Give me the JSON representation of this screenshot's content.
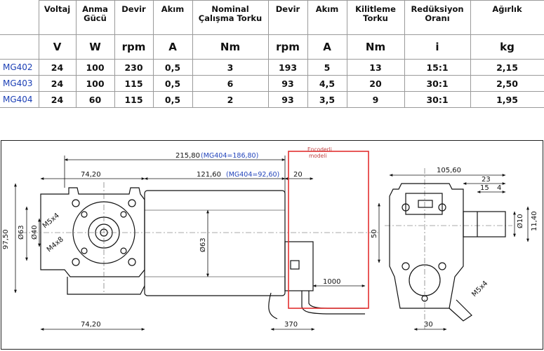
{
  "table": {
    "headers": [
      "Voltaj",
      "Anma Gücü",
      "Devir",
      "Akım",
      "Nominal Çalışma Torku",
      "Devir",
      "Akım",
      "Kilitleme Torku",
      "Redüksiyon Oranı",
      "Ağırlık"
    ],
    "units": [
      "V",
      "W",
      "rpm",
      "A",
      "Nm",
      "rpm",
      "A",
      "Nm",
      "i",
      "kg"
    ],
    "rows": [
      {
        "model": "MG402",
        "values": [
          "24",
          "100",
          "230",
          "0,5",
          "3",
          "193",
          "5",
          "13",
          "15:1",
          "2,15"
        ]
      },
      {
        "model": "MG403",
        "values": [
          "24",
          "100",
          "115",
          "0,5",
          "6",
          "93",
          "4,5",
          "20",
          "30:1",
          "2,50"
        ]
      },
      {
        "model": "MG404",
        "values": [
          "24",
          "60",
          "115",
          "0,5",
          "2",
          "93",
          "3,5",
          "9",
          "30:1",
          "1,95"
        ]
      }
    ]
  },
  "drawing": {
    "encoder_label_1": "Encoderli",
    "encoder_label_2": "modeli",
    "dims": {
      "overall_length": "215,80",
      "overall_length_alt": "(MG404=186,80)",
      "motor_length": "121,60",
      "motor_length_alt": "(MG404=92,60)",
      "gear_length_top": "74,20",
      "gear_length_bottom": "74,20",
      "encoder_offset": "20",
      "height_total": "97,50",
      "pcd": "Ø63",
      "bore": "Ø40",
      "motor_dia": "Ø63",
      "thread_1": "M5x4",
      "thread_2": "M4x8",
      "cable_length": "1000",
      "base_length": "370",
      "side_width": "105,60",
      "shaft_23": "23",
      "shaft_15": "15",
      "shaft_4": "4",
      "shaft_dia": "Ø10",
      "shaft_height": "11,40",
      "side_height": "50",
      "side_thread": "M5x4",
      "side_base": "30",
      "encoder_height": "50"
    }
  },
  "colors": {
    "model_text": "#1b3fb5",
    "alt_dim_text": "#2244bb",
    "encoder_box": "#e23030",
    "line": "#111111"
  }
}
